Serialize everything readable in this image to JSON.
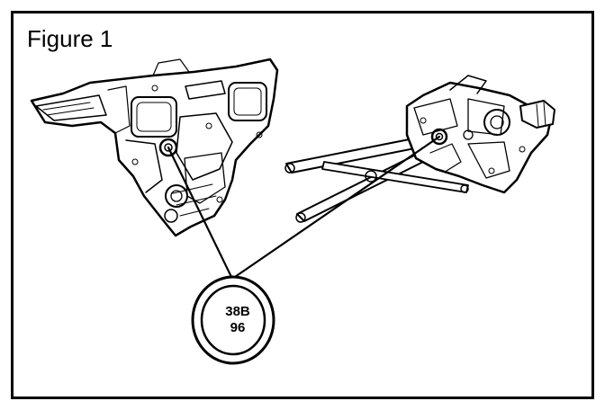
{
  "figure": {
    "title": "Figure 1"
  },
  "callout": {
    "line1": "38B",
    "line2": "96"
  },
  "colors": {
    "stroke": "#000000",
    "background": "#ffffff"
  },
  "icons": {
    "left_assembly": "window-regulator-panel",
    "right_assembly": "window-regulator-scissor-motor"
  }
}
